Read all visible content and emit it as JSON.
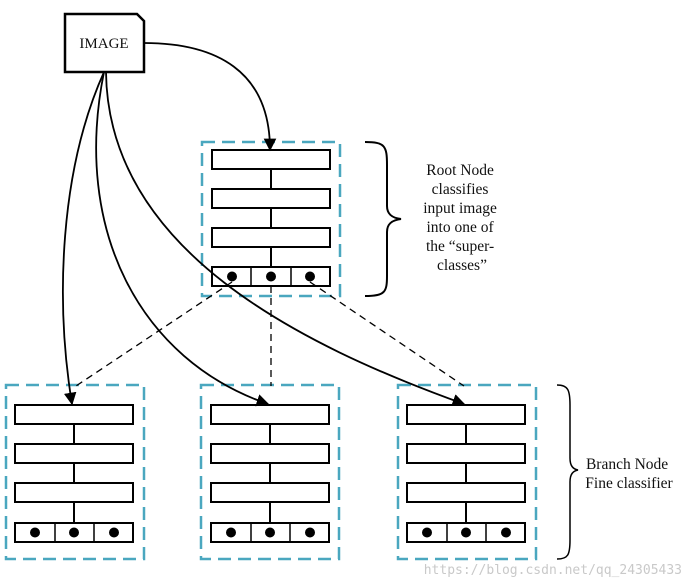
{
  "image_label": "IMAGE",
  "root_note": [
    "Root Node",
    "classifies",
    "input image",
    "into one of",
    "the “super-",
    "classes”"
  ],
  "branch_note": [
    "Branch Node",
    "Fine classifier"
  ],
  "watermark": "https://blog.csdn.net/qq_24305433",
  "colors": {
    "dashed_box": "#4aa7bf",
    "line": "#000000"
  }
}
